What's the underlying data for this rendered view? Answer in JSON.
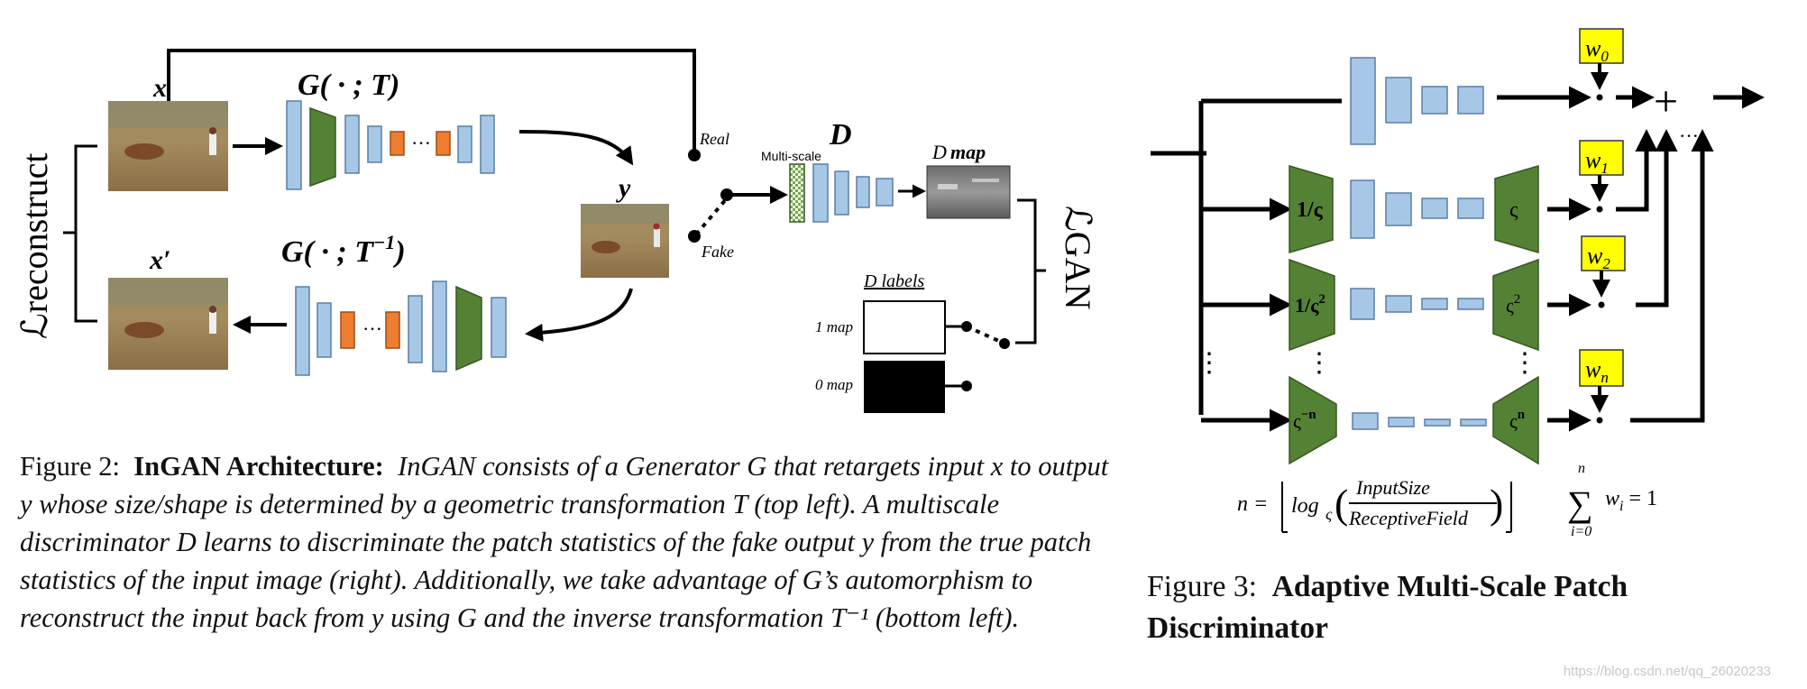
{
  "figure2": {
    "label_x": "x",
    "label_G": "G( · ; T)",
    "label_x_prime": "x′",
    "label_G_inv_prefix": "G( · ; T",
    "label_G_inv_sup": "−1",
    "label_G_inv_suffix": ")",
    "label_y": "y",
    "label_D": "D",
    "label_real": "Real",
    "label_fake": "Fake",
    "label_multiscale": "Multi-scale",
    "label_dmap_d": "D",
    "label_dmap_map": "map",
    "label_dlabels": "D labels",
    "label_1map": "1 map",
    "label_0map": "0 map",
    "label_L_reconstruct": "ℒreconstruct",
    "label_L_gan": "ℒGAN",
    "dots": "···",
    "colors": {
      "encoder_blue": "#a7c7e7",
      "green": "#548235",
      "orange": "#ed7d31",
      "checker_green": "#70ad47"
    },
    "icons": [
      "image-thumbnail-icon",
      "arrow-icon"
    ]
  },
  "figure3": {
    "w_labels": [
      "w",
      "w",
      "w",
      "w"
    ],
    "w_subs": [
      "0",
      "1",
      "2",
      "n"
    ],
    "scale_in": [
      "1/ς",
      "1/ς",
      "ς"
    ],
    "scale_in_sup": [
      "",
      "2",
      "−n"
    ],
    "scale_out": [
      "ς",
      "ς",
      "ς"
    ],
    "scale_out_sup": [
      "",
      "2",
      "n"
    ],
    "plus": "+",
    "formula_n": "n =",
    "formula_log": "log",
    "formula_base": "ς",
    "formula_num": "InputSize",
    "formula_den": "ReceptiveField",
    "formula_sum_top": "n",
    "formula_sum_bottom": "i=0",
    "formula_sum_body": "w",
    "formula_sum_sub": "i",
    "formula_sum_eq": "= 1",
    "colors": {
      "yellow": "#ffff00",
      "green": "#548235",
      "blue": "#a7c7e7"
    }
  },
  "caption2": {
    "label": "Figure 2:",
    "title": "InGAN Architecture:",
    "body": "InGAN consists of a Generator G that retargets input x to output y whose size/shape is determined by a geometric transformation T (top left). A multiscale discriminator D learns to discriminate the patch statistics of the fake output y from the true patch statistics of the input image (right). Additionally, we take advantage of G’s automorphism to reconstruct the input back from y using G and the inverse transformation T⁻¹ (bottom left)."
  },
  "caption3": {
    "label": "Figure 3:",
    "title": "Adaptive Multi-Scale Patch Discriminator"
  },
  "watermark": "https://blog.csdn.net/qq_26020233"
}
